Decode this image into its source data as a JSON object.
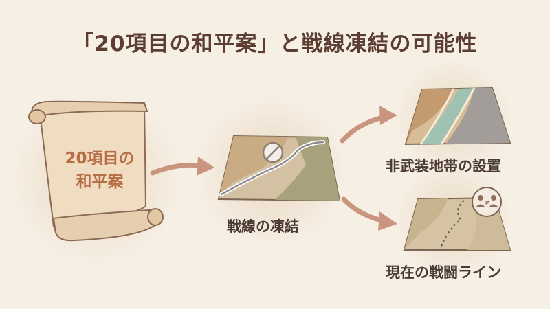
{
  "title": "「20項目の和平案」と戦線凍結の可能性",
  "scroll": {
    "line1": "20項目の",
    "line2": "和平案"
  },
  "center": {
    "label": "戦線の凍結",
    "icon": "prohibited-icon"
  },
  "outcomes": [
    {
      "label": "非武装地帯の設置",
      "icon": "terrain-map-icon"
    },
    {
      "label": "現在の戦闘ライン",
      "icon": "people-not-equal-icon"
    }
  ],
  "colors": {
    "background": "#f6efe4",
    "title": "#5b3d31",
    "scroll_text": "#b86e45",
    "arrow": "#c9957f",
    "label": "#4a3a33"
  }
}
